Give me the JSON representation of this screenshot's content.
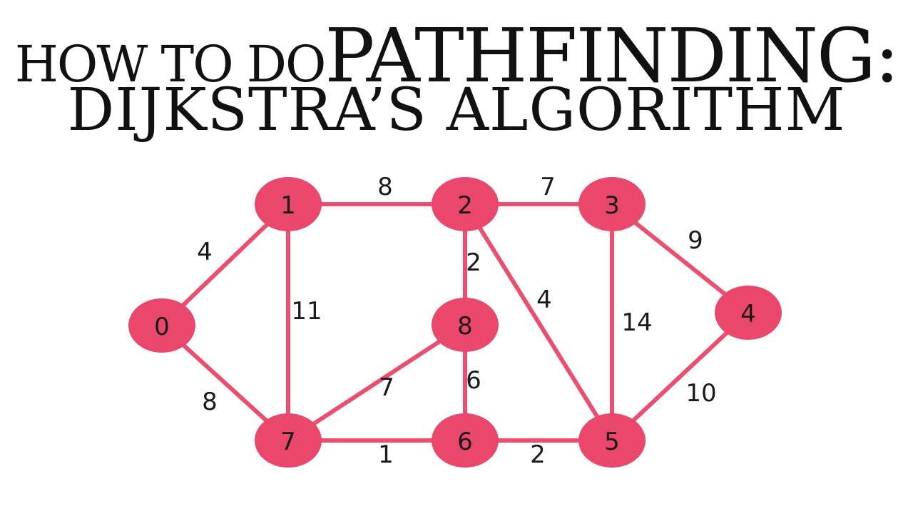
{
  "title": {
    "line1_prefix": "HOW TO DO",
    "line1_main": "PATHFINDING:",
    "line2": "DIJKSTRA’S ALGORITHM"
  },
  "colors": {
    "node_fill": "#e9486c",
    "edge_stroke": "#ea4f70",
    "text": "#1a1a1a",
    "background": "#ffffff"
  },
  "graph": {
    "nodes": [
      {
        "id": "0",
        "label": "0"
      },
      {
        "id": "1",
        "label": "1"
      },
      {
        "id": "2",
        "label": "2"
      },
      {
        "id": "3",
        "label": "3"
      },
      {
        "id": "4",
        "label": "4"
      },
      {
        "id": "5",
        "label": "5"
      },
      {
        "id": "6",
        "label": "6"
      },
      {
        "id": "7",
        "label": "7"
      },
      {
        "id": "8",
        "label": "8"
      }
    ],
    "edges": [
      {
        "from": "0",
        "to": "1",
        "weight": "4"
      },
      {
        "from": "0",
        "to": "7",
        "weight": "8"
      },
      {
        "from": "1",
        "to": "2",
        "weight": "8"
      },
      {
        "from": "1",
        "to": "7",
        "weight": "11"
      },
      {
        "from": "2",
        "to": "3",
        "weight": "7"
      },
      {
        "from": "2",
        "to": "8",
        "weight": "2"
      },
      {
        "from": "2",
        "to": "5",
        "weight": "4"
      },
      {
        "from": "3",
        "to": "4",
        "weight": "9"
      },
      {
        "from": "3",
        "to": "5",
        "weight": "14"
      },
      {
        "from": "4",
        "to": "5",
        "weight": "10"
      },
      {
        "from": "5",
        "to": "6",
        "weight": "2"
      },
      {
        "from": "6",
        "to": "7",
        "weight": "1"
      },
      {
        "from": "6",
        "to": "8",
        "weight": "6"
      },
      {
        "from": "7",
        "to": "8",
        "weight": "7"
      }
    ]
  }
}
